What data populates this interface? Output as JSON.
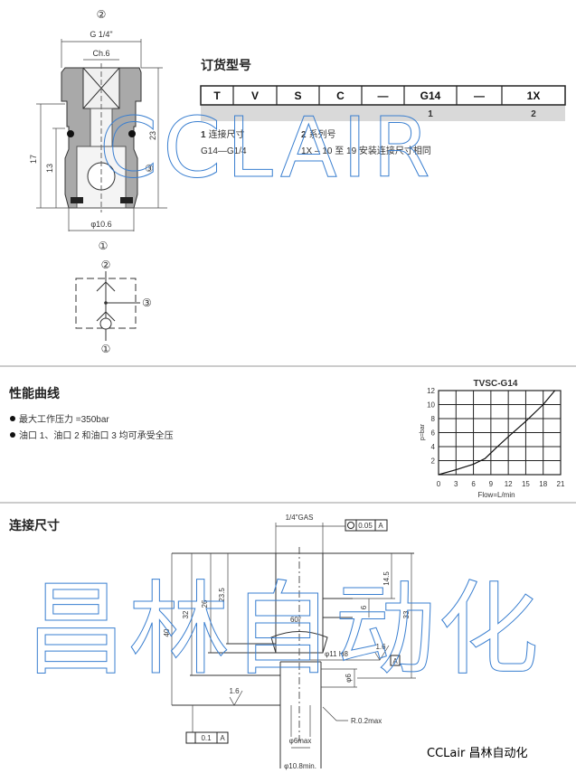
{
  "top_drawing": {
    "port_2": "②",
    "thread": "G 1/4\"",
    "hex": "Ch.6",
    "dim_17": "17",
    "dim_13": "13",
    "dim_23": "23",
    "port_3": "③",
    "diameter": "φ10.6",
    "port_1": "①"
  },
  "symbol": {
    "port_2": "②",
    "port_3": "③",
    "port_1": "①"
  },
  "ordering": {
    "title": "订货型号",
    "codes": [
      "T",
      "V",
      "S",
      "C",
      "—",
      "G14",
      "—",
      "1X"
    ],
    "index_row": [
      "",
      "",
      "",
      "",
      "",
      "1",
      "",
      "2"
    ],
    "legend": [
      {
        "num": "1",
        "label": "连接尺寸",
        "value": "G14—G1/4"
      },
      {
        "num": "2",
        "label": "系列号",
        "value": "1X – 10 至 19 安装连接尺寸相同"
      }
    ]
  },
  "performance": {
    "title": "性能曲线",
    "bullets": [
      "最大工作压力 =350bar",
      "油口 1、油口 2 和油口 3 均可承受全压"
    ]
  },
  "chart_data": {
    "type": "line",
    "title": "TVSC-G14",
    "xlabel": "Flow=L/min",
    "ylabel": "p=bar",
    "xlim": [
      0,
      21
    ],
    "ylim": [
      0,
      12
    ],
    "xticks": [
      "0",
      "3",
      "6",
      "9",
      "12",
      "15",
      "18",
      "21"
    ],
    "yticks": [
      "2",
      "4",
      "6",
      "8",
      "10",
      "12"
    ],
    "grid": true,
    "series": [
      {
        "name": "TVSC-G14",
        "x": [
          0,
          3,
          6,
          8,
          10,
          12,
          15,
          18,
          20
        ],
        "y": [
          0,
          0.7,
          1.5,
          2.3,
          3.9,
          5.4,
          7.6,
          10,
          12
        ]
      }
    ]
  },
  "connection": {
    "title": "连接尺寸",
    "gas": "1/4\"GAS",
    "tol_top": "0.05",
    "datum": "A",
    "dim_40": "40",
    "dim_32": "32",
    "dim_26": "26",
    "dim_23_5": "23.5",
    "angle": "60°",
    "dim_14_5": "14.5",
    "dim_6_port": "6",
    "dim_33": "33",
    "bore": "φ11 H8",
    "rough": "1.6",
    "dim_6b": "φ6",
    "radius": "R.0.2max",
    "rough2": "1.6",
    "tol_bottom": "0.1",
    "datum2": "A",
    "d6max": "φ6max",
    "d108": "φ10.8min."
  },
  "watermark": {
    "latin": "CCLAIR",
    "chinese": "昌林自动化"
  },
  "footer": "CCLair 昌林自动化"
}
